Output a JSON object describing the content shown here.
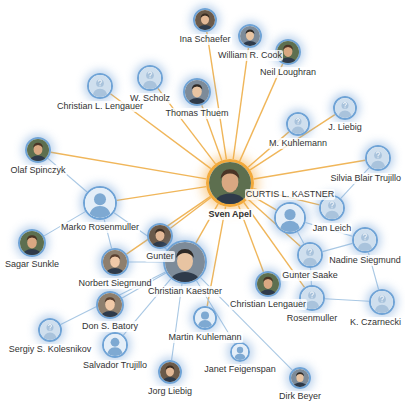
{
  "diagram": {
    "nodes": [
      {
        "text": [
          "Ina Schaefer"
        ]
      },
      {
        "text": [
          "William R. Cook"
        ]
      },
      {
        "text": [
          "Neil Loughran"
        ]
      },
      {
        "text": [
          "W. Scholz"
        ]
      },
      {
        "text": [
          "Christian L. Lengauer"
        ]
      },
      {
        "text": [
          "Thomas Thuem"
        ]
      },
      {
        "text": [
          "Olaf Spinczyk"
        ]
      },
      {
        "text": [
          "M. Kuhlemann"
        ]
      },
      {
        "text": [
          "J. Liebig"
        ]
      },
      {
        "text": [
          "Silvia Blair Trujillo"
        ]
      },
      {
        "text": [
          "Sven Apel"
        ]
      },
      {
        "text": [
          "CURTIS L. KASTNER"
        ]
      },
      {
        "text": [
          "Jan Leich"
        ]
      },
      {
        "text": [
          "Marko Rosenmuller"
        ]
      },
      {
        "text": [
          "Sagar Sunkle"
        ]
      },
      {
        "text": [
          "Norbert Siegmund"
        ]
      },
      {
        "text": [
          "Gunter"
        ]
      },
      {
        "text": [
          "Christian Kaestner"
        ]
      },
      {
        "text": [
          "Christian Lengauer"
        ]
      },
      {
        "text": [
          "Gunter Saake"
        ]
      },
      {
        "text": [
          "Nadine Siegmund"
        ]
      },
      {
        "text": [
          "Rosenmuller"
        ]
      },
      {
        "text": [
          "K. Czarnecki"
        ]
      },
      {
        "text": [
          "Don S. Batory"
        ]
      },
      {
        "text": [
          "Martin Kuhlemann"
        ]
      },
      {
        "text": [
          "Sergiy S. Kolesnikov"
        ]
      },
      {
        "text": [
          "Salvador Trujillo"
        ]
      },
      {
        "text": [
          "Janet Feigenspan"
        ]
      },
      {
        "text": [
          "Jorg Liebig"
        ]
      },
      {
        "text": [
          "Dirk Beyer"
        ]
      }
    ],
    "edges": [
      {
        "from": 10,
        "to": 0,
        "arrow": "none"
      },
      {
        "from": 10,
        "to": 1,
        "arrow": "none"
      },
      {
        "from": 10,
        "to": 2,
        "arrow": "none"
      },
      {
        "from": 10,
        "to": 3,
        "arrow": "none"
      },
      {
        "from": 10,
        "to": 4,
        "arrow": "none"
      },
      {
        "from": 10,
        "to": 5,
        "arrow": "none"
      },
      {
        "from": 10,
        "to": 6,
        "arrow": "none"
      },
      {
        "from": 10,
        "to": 7,
        "arrow": "none"
      },
      {
        "from": 10,
        "to": 8,
        "arrow": "none"
      },
      {
        "from": 10,
        "to": 9,
        "arrow": "none"
      },
      {
        "from": 10,
        "to": 11,
        "arrow": "none"
      },
      {
        "from": 10,
        "to": 12,
        "arrow": "none"
      },
      {
        "from": 10,
        "to": 13,
        "arrow": "none"
      },
      {
        "from": 10,
        "to": 15,
        "arrow": "none"
      },
      {
        "from": 10,
        "to": 16,
        "arrow": "none"
      },
      {
        "from": 10,
        "to": 17,
        "arrow": "none"
      },
      {
        "from": 10,
        "to": 18,
        "arrow": "none"
      },
      {
        "from": 10,
        "to": 19,
        "arrow": "none"
      },
      {
        "from": 10,
        "to": 21,
        "arrow": "none"
      },
      {
        "from": 10,
        "to": 24,
        "arrow": "none"
      },
      {
        "from": 13,
        "to": 6,
        "arrow": "none"
      },
      {
        "from": 13,
        "to": 14,
        "arrow": "none"
      },
      {
        "from": 13,
        "to": 15,
        "arrow": "none"
      },
      {
        "from": 13,
        "to": 17,
        "arrow": "none"
      },
      {
        "from": 15,
        "to": 17,
        "arrow": "none"
      },
      {
        "from": 17,
        "to": 23,
        "arrow": "none"
      },
      {
        "from": 17,
        "to": 25,
        "arrow": "none"
      },
      {
        "from": 17,
        "to": 26,
        "arrow": "none"
      },
      {
        "from": 17,
        "to": 27,
        "arrow": "none"
      },
      {
        "from": 17,
        "to": 28,
        "arrow": "none"
      },
      {
        "from": 17,
        "to": 29,
        "arrow": "none"
      },
      {
        "from": 11,
        "to": 19,
        "arrow": "none"
      },
      {
        "from": 11,
        "to": 20,
        "arrow": "none"
      },
      {
        "from": 12,
        "to": 9,
        "arrow": "none"
      },
      {
        "from": 19,
        "to": 20,
        "arrow": "none"
      },
      {
        "from": 19,
        "to": 21,
        "arrow": "none"
      },
      {
        "from": 20,
        "to": 22,
        "arrow": "none"
      },
      {
        "from": 21,
        "to": 22,
        "arrow": "none"
      }
    ]
  }
}
